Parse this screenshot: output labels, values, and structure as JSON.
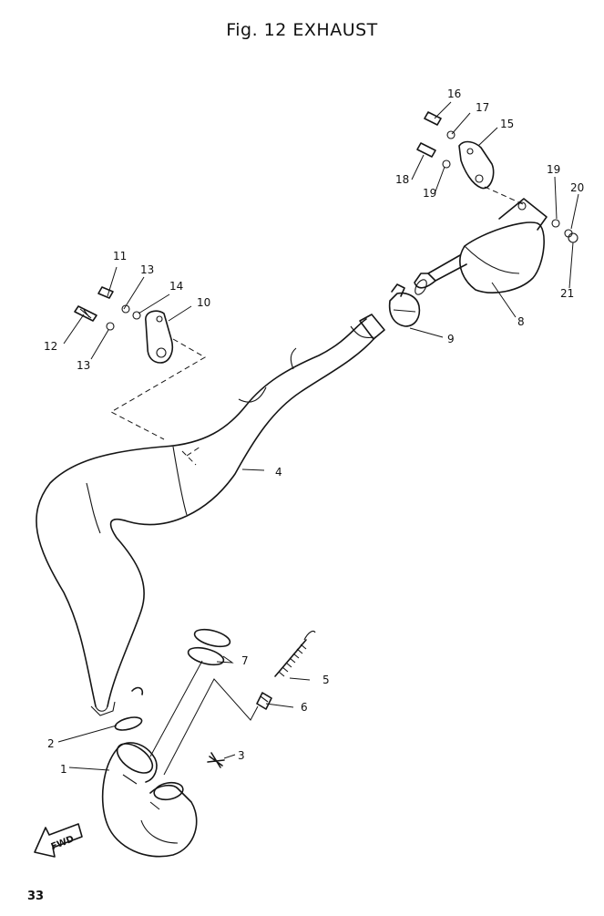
{
  "title": "Fig. 12 EXHAUST",
  "page_number": "33",
  "fwd_label": "FWD",
  "callouts": [
    {
      "id": "c1",
      "text": "1"
    },
    {
      "id": "c2",
      "text": "2"
    },
    {
      "id": "c3",
      "text": "3"
    },
    {
      "id": "c4",
      "text": "4"
    },
    {
      "id": "c5",
      "text": "5"
    },
    {
      "id": "c6",
      "text": "6"
    },
    {
      "id": "c7",
      "text": "7"
    },
    {
      "id": "c8",
      "text": "8"
    },
    {
      "id": "c9",
      "text": "9"
    },
    {
      "id": "c10",
      "text": "10"
    },
    {
      "id": "c11",
      "text": "11"
    },
    {
      "id": "c12",
      "text": "12"
    },
    {
      "id": "c13a",
      "text": "13"
    },
    {
      "id": "c13b",
      "text": "13"
    },
    {
      "id": "c14",
      "text": "14"
    },
    {
      "id": "c15",
      "text": "15"
    },
    {
      "id": "c16",
      "text": "16"
    },
    {
      "id": "c17",
      "text": "17"
    },
    {
      "id": "c18",
      "text": "18"
    },
    {
      "id": "c19a",
      "text": "19"
    },
    {
      "id": "c19b",
      "text": "19"
    },
    {
      "id": "c20",
      "text": "20"
    },
    {
      "id": "c21",
      "text": "21"
    }
  ]
}
